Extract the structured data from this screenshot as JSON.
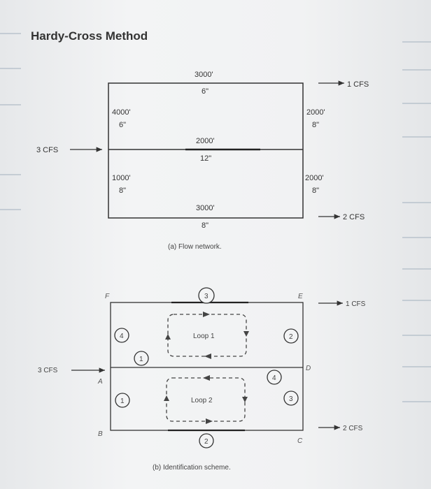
{
  "title": "Hardy-Cross Method",
  "network": {
    "top_pipe": {
      "length": "3000'",
      "diameter": "6\""
    },
    "left_upper_pipe": {
      "length": "4000'",
      "diameter": "6\""
    },
    "right_upper_pipe": {
      "length": "2000'",
      "diameter": "8\""
    },
    "middle_pipe": {
      "length": "2000'",
      "diameter": "12\""
    },
    "left_lower_pipe": {
      "length": "1000'",
      "diameter": "8\""
    },
    "right_lower_pipe": {
      "length": "2000'",
      "diameter": "8\""
    },
    "bottom_pipe": {
      "length": "3000'",
      "diameter": "8\""
    },
    "inflow": "3 CFS",
    "outflow_top": "1 CFS",
    "outflow_bottom": "2 CFS",
    "caption": "(a)  Flow network."
  },
  "scheme": {
    "nodes": {
      "F": "F",
      "E": "E",
      "D": "D",
      "A": "A",
      "B": "B",
      "C": "C"
    },
    "pipe_numbers": {
      "top": "3",
      "left_upper": "4",
      "right_upper": "2",
      "middle": "1",
      "right_middle": "4",
      "left_lower": "1",
      "right_lower": "3",
      "bottom": "2"
    },
    "loop1": "Loop 1",
    "loop2": "Loop 2",
    "inflow": "3 CFS",
    "outflow_top": "1 CFS",
    "outflow_bottom": "2 CFS",
    "caption": "(b)  Identification scheme."
  }
}
